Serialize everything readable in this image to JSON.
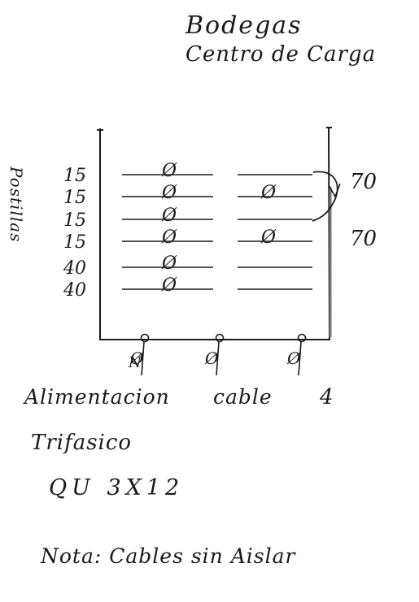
{
  "header": {
    "title": "Bodegas",
    "subtitle": "Centro de Carga"
  },
  "panel": {
    "side_label": "Postillas",
    "left_ratings": [
      "15",
      "15",
      "15",
      "15",
      "40",
      "40"
    ],
    "breaker_symbol": "Ø",
    "right_breakers": [
      {
        "row": 1,
        "symbol": "Ø"
      },
      {
        "row": 3,
        "symbol": "Ø"
      }
    ],
    "right_ratings": [
      "70",
      "70"
    ],
    "feed_labels": [
      "Ø",
      "Ø",
      "Ø"
    ],
    "neutral_mark": "N"
  },
  "notes": {
    "feed": "Alimentacion",
    "feed_cable": "cable",
    "feed_size": "4",
    "phase": "Trifasico",
    "conductor": "QU   3X12",
    "remark": "Nota: Cables sin Aislar"
  }
}
